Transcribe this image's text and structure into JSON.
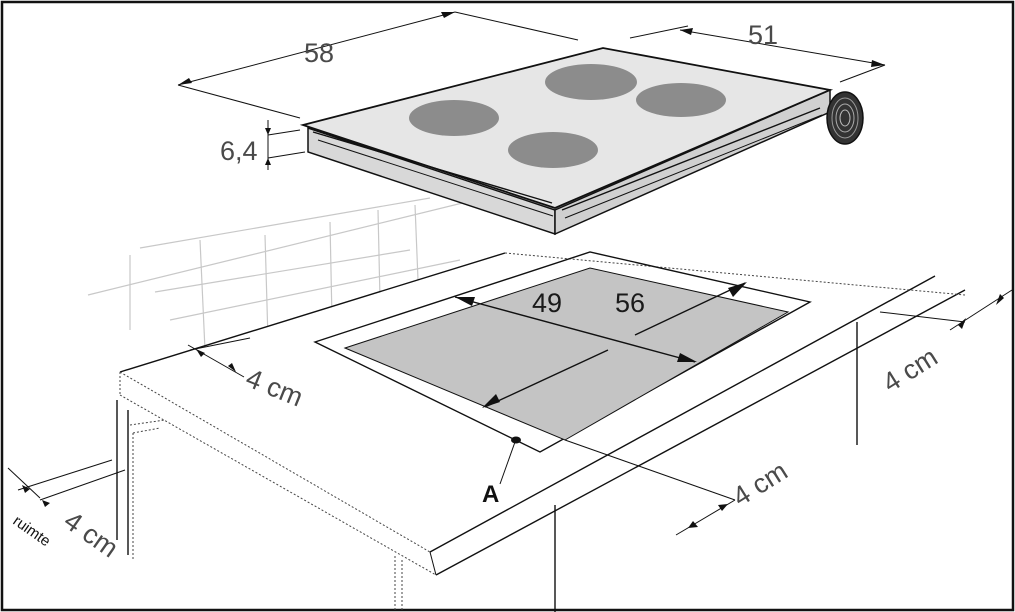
{
  "dimensions": {
    "width_58": "58",
    "depth_51": "51",
    "height_6_4": "6,4",
    "cutout_49": "49",
    "cutout_56": "56",
    "clearance_left": "4 cm",
    "clearance_right": "4 cm",
    "clearance_front": "4 cm",
    "clearance_bottom": "4 cm"
  },
  "labels": {
    "point_a": "A",
    "space": "ruimte"
  },
  "colors": {
    "hob_top": "#e6e6e6",
    "burner": "#8c8c8c",
    "cutout": "#c4c4c4",
    "text_gray": "#4a4a4a"
  }
}
